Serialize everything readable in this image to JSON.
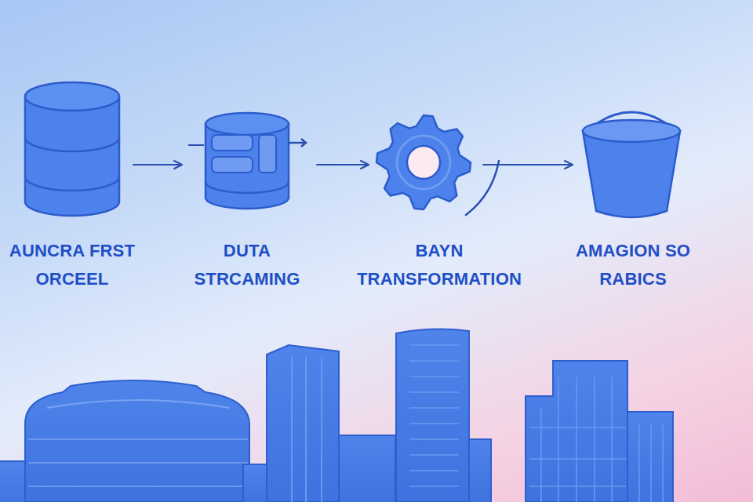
{
  "diagram": {
    "nodes": [
      {
        "text": [
          "AUNCRA FRST ORCEEL"
        ]
      },
      {
        "text": [
          "DUTA STRCAMING"
        ]
      },
      {
        "text": [
          "BAYN TRANSFORMATION"
        ]
      },
      {
        "text": [
          "AMAGION SO RABICS"
        ]
      }
    ],
    "edges": [
      {
        "from": 0,
        "to": 1,
        "arrow": "to"
      },
      {
        "from": 1,
        "to": 2,
        "arrow": "to"
      },
      {
        "from": 2,
        "to": 3,
        "arrow": "to"
      }
    ]
  }
}
